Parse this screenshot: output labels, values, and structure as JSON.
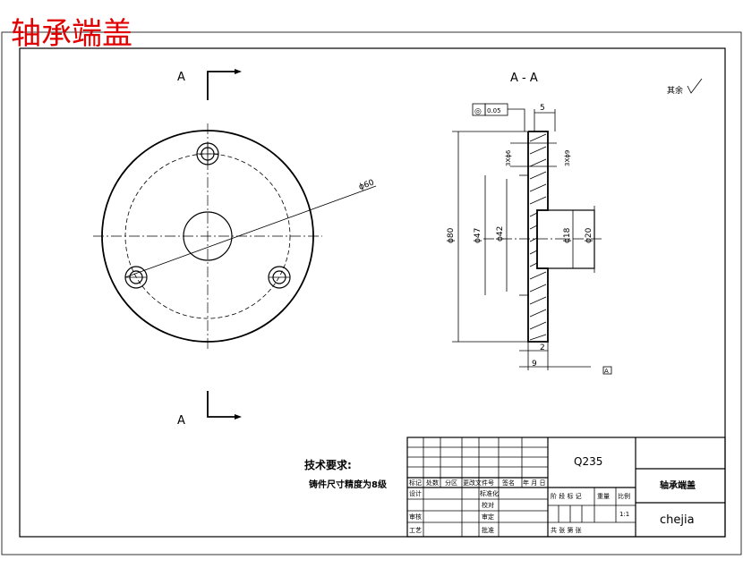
{
  "title_red": "轴承端盖",
  "views": {
    "section_label_left_top": "A",
    "section_label_left_bottom": "A",
    "section_view_label": "A - A"
  },
  "dimensions": {
    "d60": "ϕ60",
    "d80": "ϕ80",
    "d47": "ϕ47",
    "d42": "ϕ42",
    "d18": "ϕ18",
    "d20": "ϕ20",
    "holes_a": "3Xϕ6",
    "holes_b": "3Xϕ9",
    "w5": "5",
    "w2": "2",
    "w9": "9",
    "surf_roughness": "其余",
    "datum_box": "A",
    "tolerance_sym": "◎",
    "tolerance_val": "0.05"
  },
  "tech": {
    "heading": "技术要求:",
    "line1": "铸件尺寸精度为8级"
  },
  "title_block": {
    "material": "Q235",
    "part_name": "轴承端盖",
    "author": "chejia",
    "scale": "1:1",
    "row_marks": "标记",
    "row_count": "处数",
    "row_zone": "分区",
    "row_doc": "更改文件号",
    "row_sign": "签名",
    "row_date": "年 月 日",
    "design": "设计",
    "std": "标准化",
    "review": "审核",
    "process": "工艺",
    "approve": "批准",
    "check": "校对",
    "sign2": "审定",
    "stage": "阶 段 标 记",
    "weight": "重量",
    "ratio": "比例",
    "sheets": "共    张    第    张"
  }
}
